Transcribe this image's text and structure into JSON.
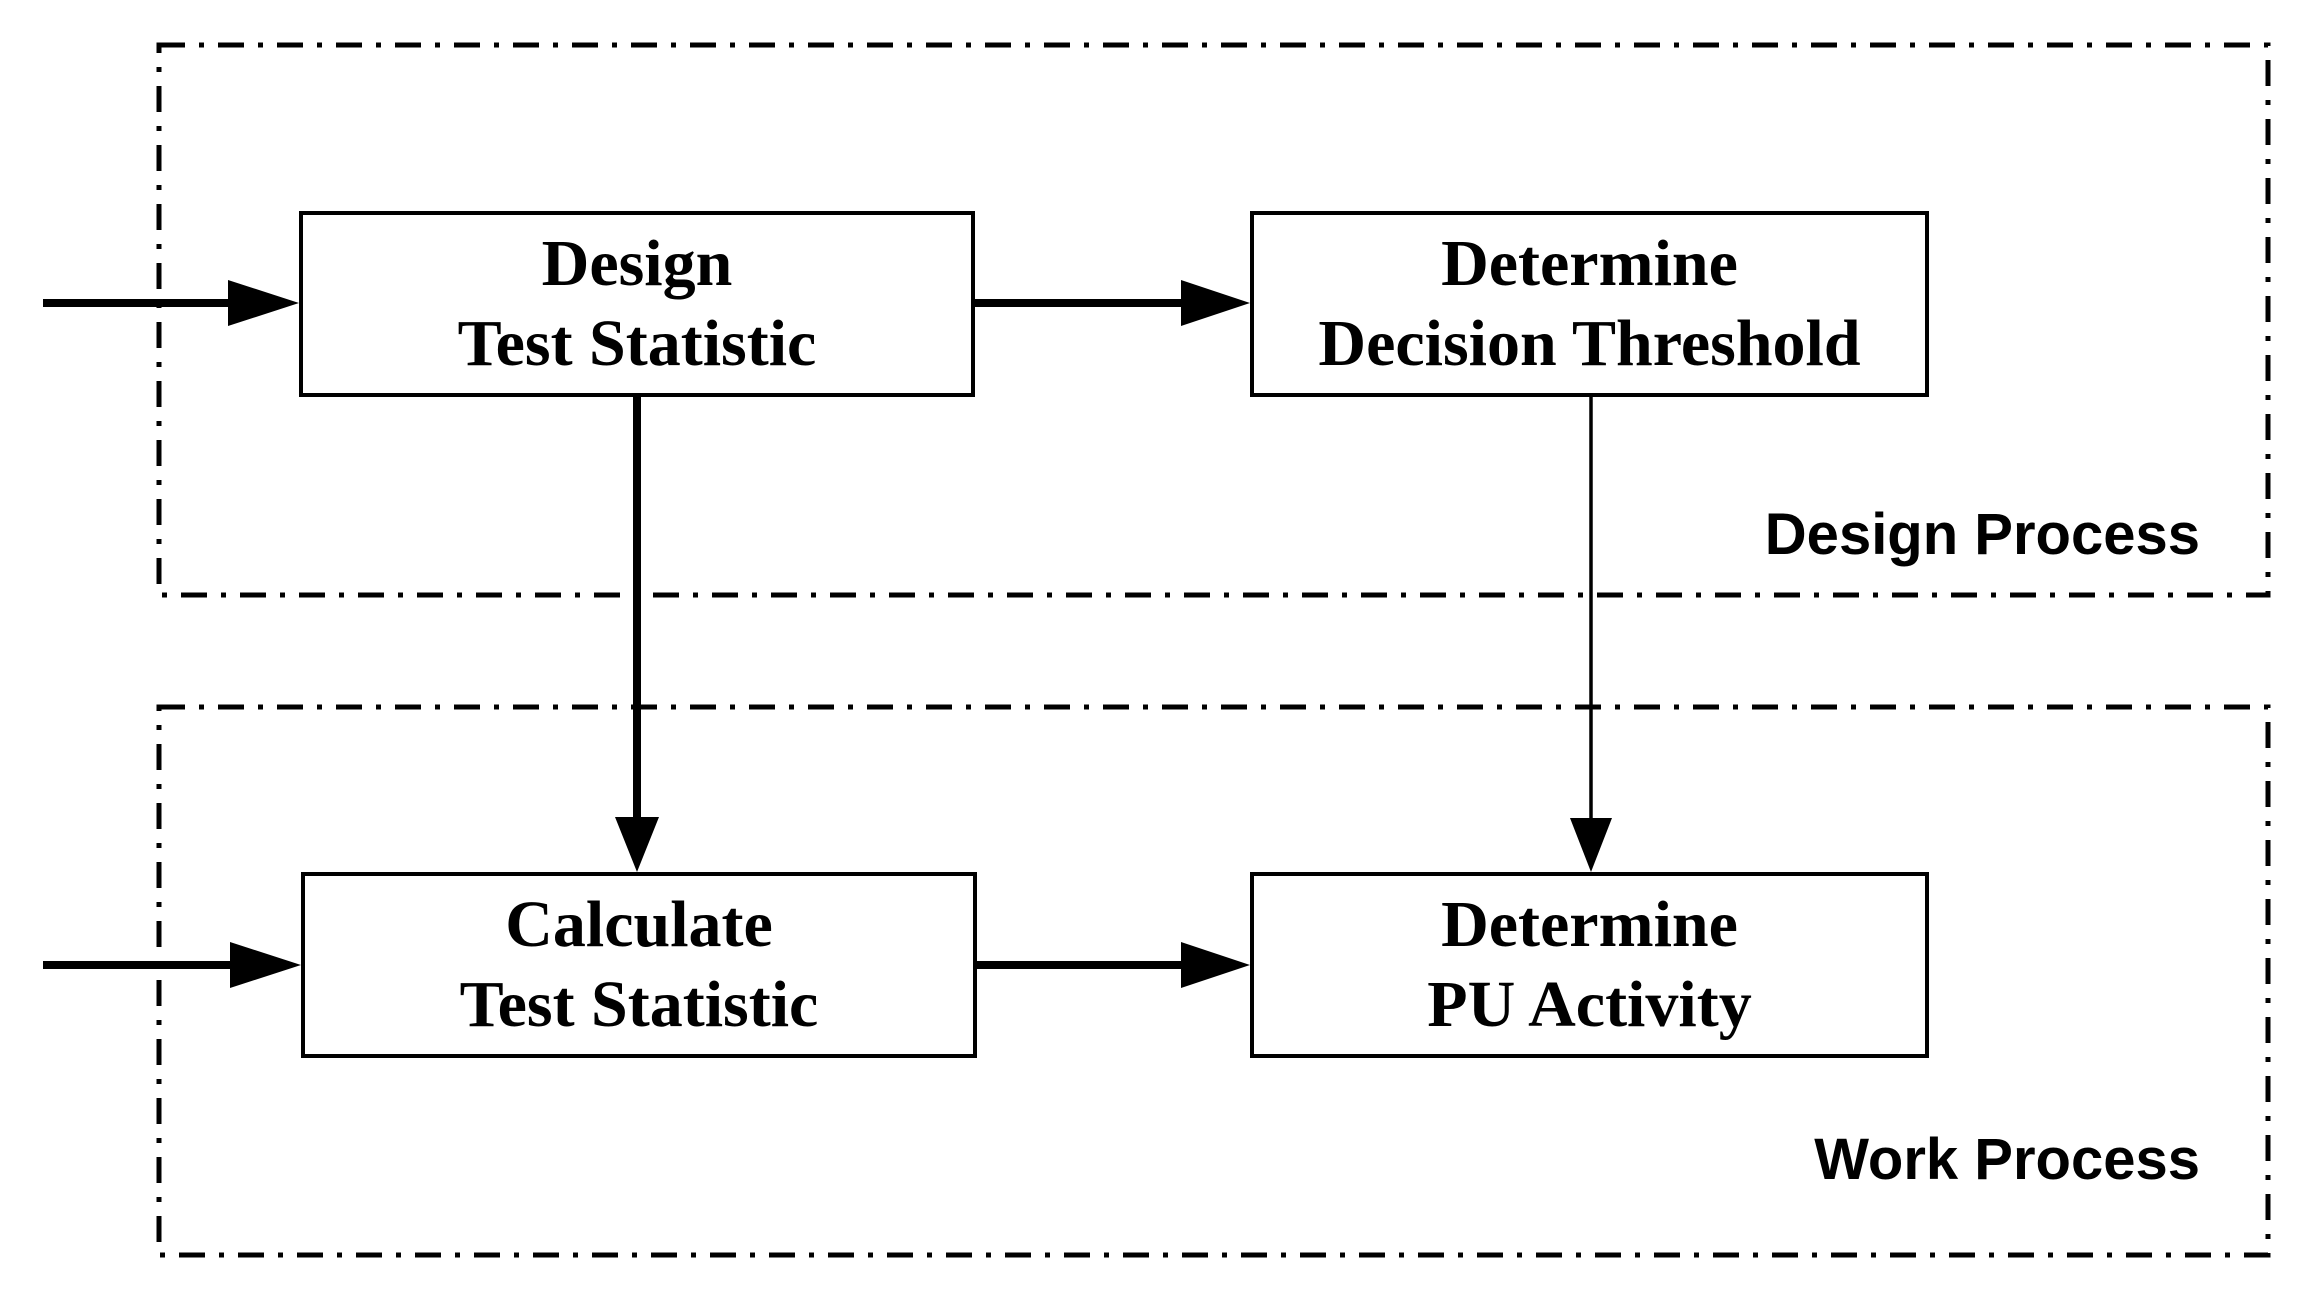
{
  "regions": {
    "design": {
      "label": "Design Process"
    },
    "work": {
      "label": "Work Process"
    }
  },
  "boxes": {
    "design_test": "Design\nTest Statistic",
    "decision_threshold": "Determine\nDecision Threshold",
    "calculate_test": "Calculate\nTest Statistic",
    "pu_activity": "Determine\nPU Activity"
  },
  "colors": {
    "ink": "#000000",
    "background": "#ffffff"
  }
}
